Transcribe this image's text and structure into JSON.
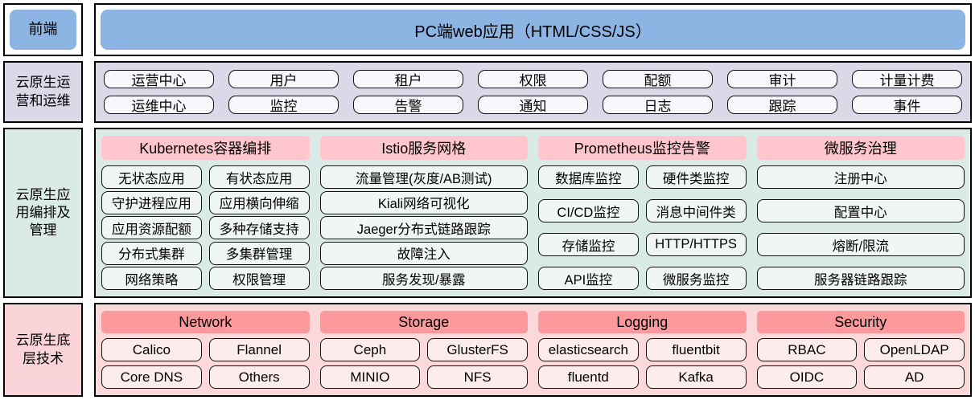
{
  "colors": {
    "top_blue": "#8DB4E2",
    "ops_bg": "#DBD8E7",
    "orch_bg": "#DAEAE7",
    "orch_header_pink": "#FFC6CD",
    "infra_bg": "#FBD8DA",
    "infra_header_salmon": "#FB999C",
    "chip_border": "#111111"
  },
  "sidebar": {
    "frontend": "前端",
    "ops": "云原生运营和运维",
    "orchestration": "云原生应用编排及管理",
    "infra": "云原生底层技术"
  },
  "top_bar": {
    "label": "PC端web应用（HTML/CSS/JS）"
  },
  "ops_section": {
    "row1": [
      "运营中心",
      "用户",
      "租户",
      "权限",
      "配额",
      "审计",
      "计量计费"
    ],
    "row2": [
      "运维中心",
      "监控",
      "告警",
      "通知",
      "日志",
      "跟踪",
      "事件"
    ]
  },
  "orch": {
    "columns": [
      {
        "header": "Kubernetes容器编排",
        "items": [
          "无状态应用",
          "有状态应用",
          "守护进程应用",
          "应用横向伸缩",
          "应用资源配额",
          "多种存储支持",
          "分布式集群",
          "多集群管理",
          "网络策略",
          "权限管理"
        ]
      },
      {
        "header": "Istio服务网格",
        "items": [
          "流量管理(灰度/AB测试)",
          "Kiali网络可视化",
          "Jaeger分布式链路跟踪",
          "故障注入",
          "服务发现/暴露"
        ]
      },
      {
        "header": "Prometheus监控告警",
        "items": [
          "数据库监控",
          "硬件类监控",
          "CI/CD监控",
          "消息中间件类",
          "存储监控",
          "HTTP/HTTPS",
          "API监控",
          "微服务监控"
        ]
      },
      {
        "header": "微服务治理",
        "items": [
          "注册中心",
          "配置中心",
          "熔断/限流",
          "服务器链路跟踪"
        ]
      }
    ]
  },
  "infra": {
    "columns": [
      {
        "header": "Network",
        "items": [
          "Calico",
          "Flannel",
          "Core DNS",
          "Others"
        ]
      },
      {
        "header": "Storage",
        "items": [
          "Ceph",
          "GlusterFS",
          "MINIO",
          "NFS"
        ]
      },
      {
        "header": "Logging",
        "items": [
          "elasticsearch",
          "fluentbit",
          "fluentd",
          "Kafka"
        ]
      },
      {
        "header": "Security",
        "items": [
          "RBAC",
          "OpenLDAP",
          "OIDC",
          "AD"
        ]
      }
    ]
  }
}
